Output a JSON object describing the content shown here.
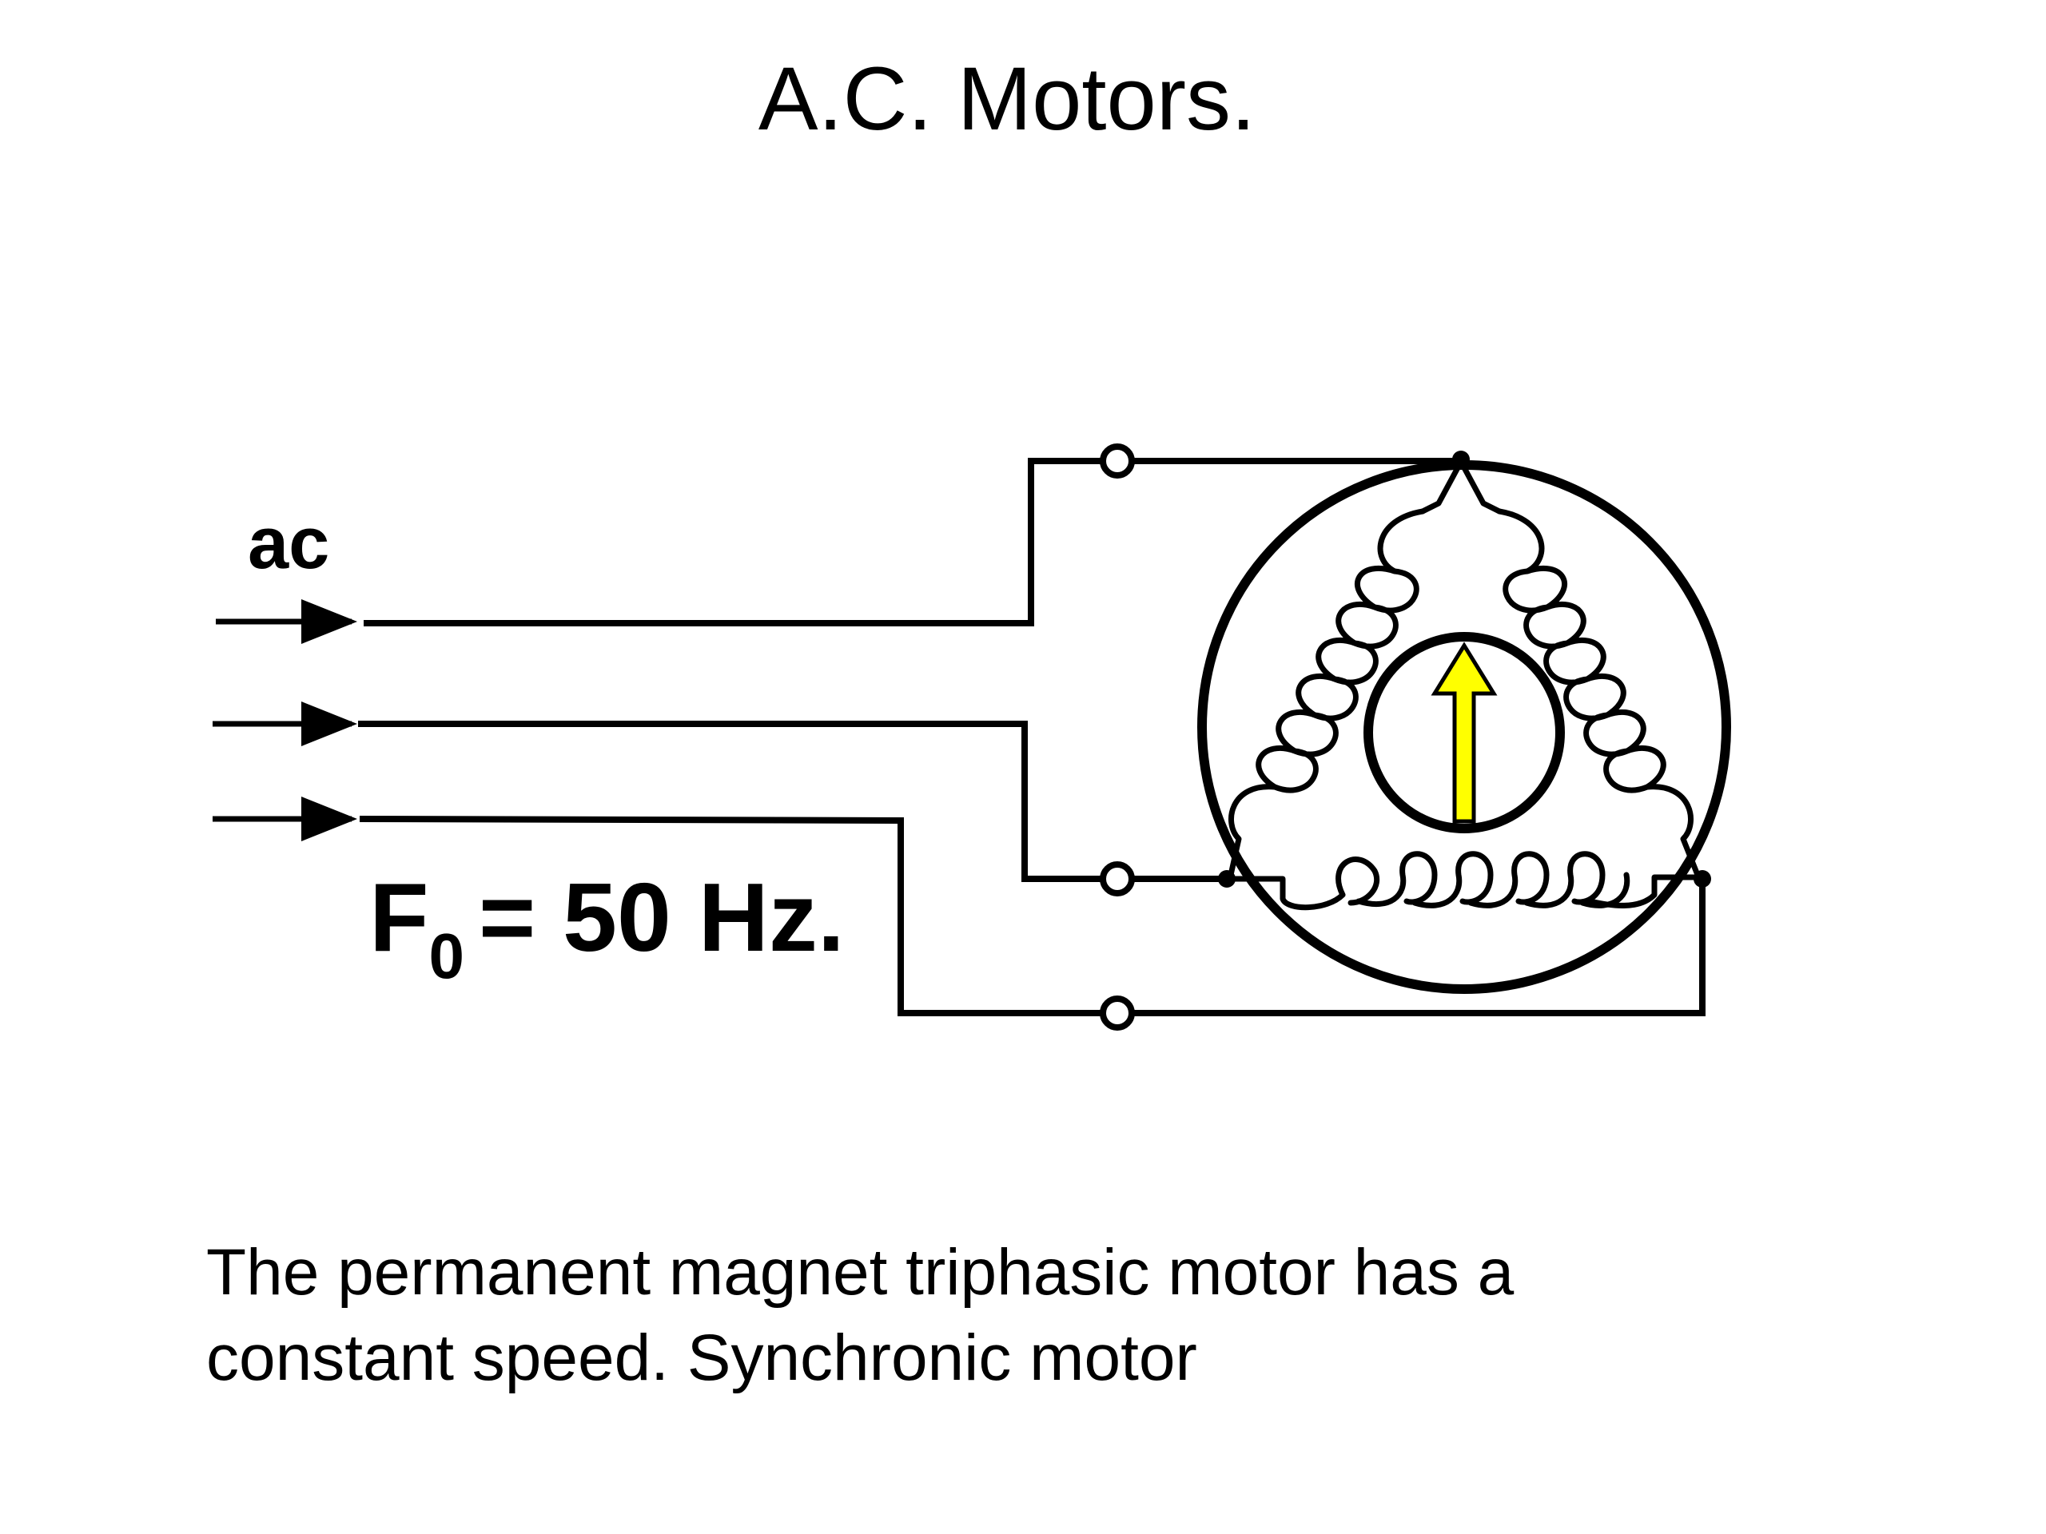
{
  "title": "A.C. Motors.",
  "diagram": {
    "input_label": "ac",
    "frequency": {
      "symbol": "F",
      "subscript": "0",
      "rest": "= 50 Hz."
    },
    "rotor_arrow_color": "#ffff00",
    "line_color": "#000000"
  },
  "caption": {
    "line1": "The permanent magnet triphasic motor has a",
    "line2": "constant speed. Synchronic motor"
  }
}
